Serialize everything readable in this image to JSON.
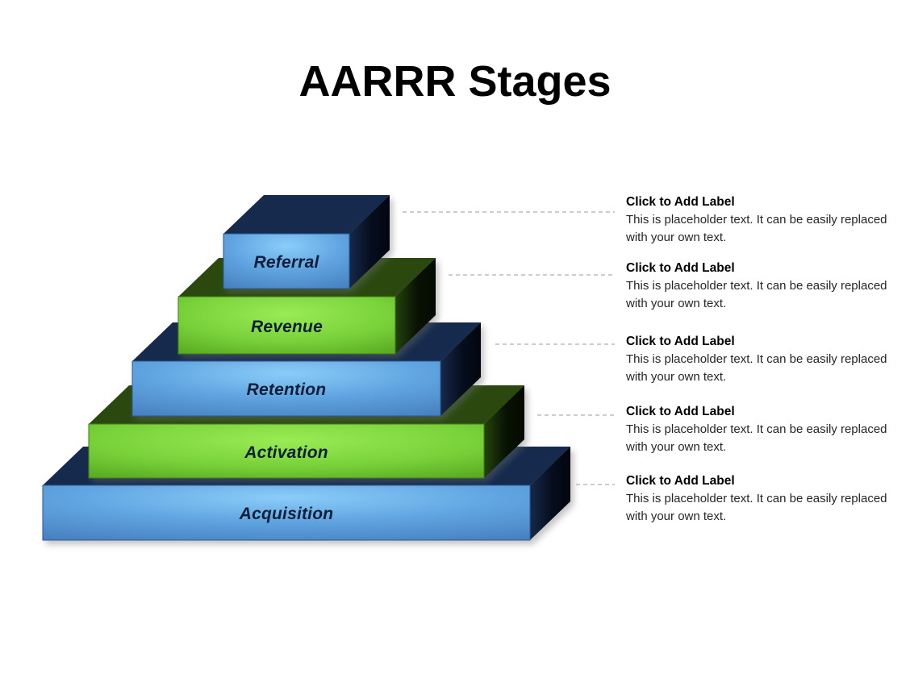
{
  "title": "AARRR Stages",
  "pyramid": {
    "layers": [
      {
        "label": "Referral",
        "scheme": "blue"
      },
      {
        "label": "Revenue",
        "scheme": "green"
      },
      {
        "label": "Retention",
        "scheme": "blue"
      },
      {
        "label": "Activation",
        "scheme": "green"
      },
      {
        "label": "Acquisition",
        "scheme": "blue"
      }
    ]
  },
  "callouts": [
    {
      "heading": "Click to Add Label",
      "body": "This is placeholder text. It can be easily replaced with your own text."
    },
    {
      "heading": "Click to Add Label",
      "body": "This is placeholder text. It can be easily replaced with your own text."
    },
    {
      "heading": "Click to Add Label",
      "body": "This is placeholder text. It can be easily replaced with your own text."
    },
    {
      "heading": "Click to Add Label",
      "body": "This is placeholder text. It can be easily replaced with your own text."
    },
    {
      "heading": "Click to Add Label",
      "body": "This is placeholder text. It can be easily replaced with your own text."
    }
  ],
  "colors": {
    "background": "#FFFFFF",
    "title_text": "#000000",
    "heading_text": "#000000",
    "body_text": "#262626",
    "label_text": "#0F1E38",
    "leader_line": "#A8AFB5",
    "blue_front": "#5B9BD5",
    "blue_front_highlight": "#8ACDF9",
    "blue_front_shade": "#4278B8",
    "blue_front_border": "#2A5A9A",
    "blue_top": "#152A4C",
    "blue_side": "#060D1C",
    "green_front": "#79D23A",
    "green_front_highlight": "#9AEB54",
    "green_front_shade": "#4E9E1B",
    "green_front_border": "#3E7F14",
    "green_top": "#2B490F",
    "green_side": "#081203"
  }
}
